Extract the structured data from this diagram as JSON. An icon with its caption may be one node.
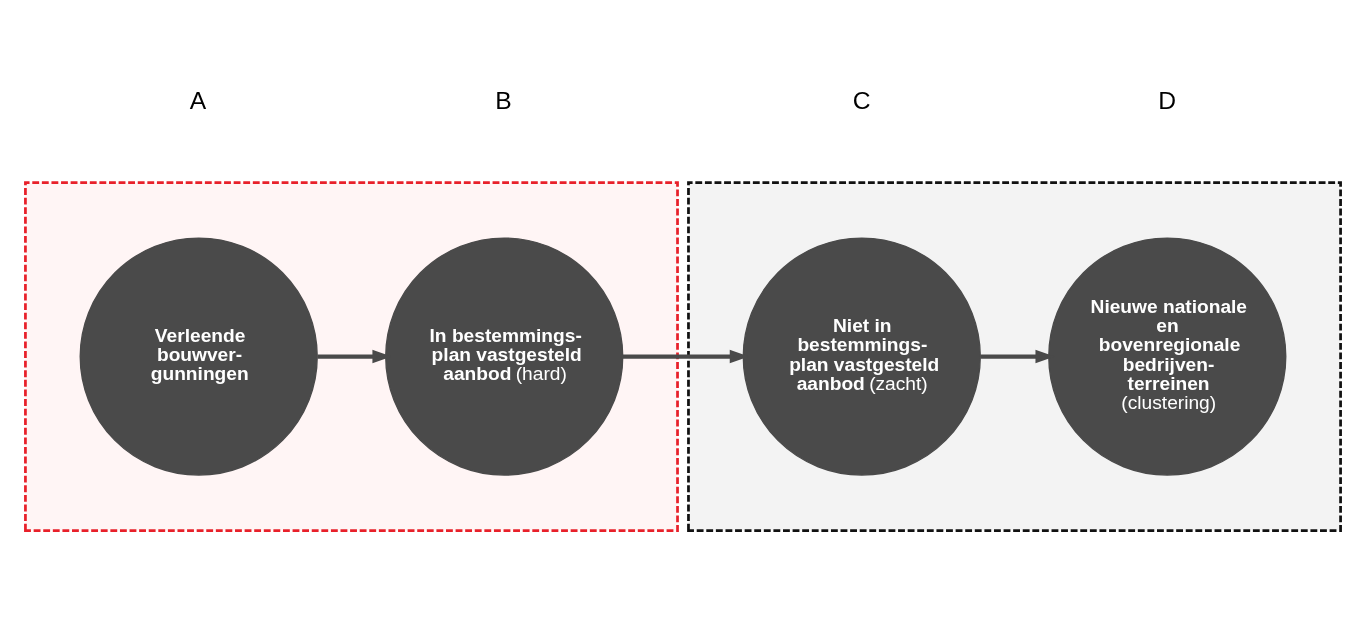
{
  "diagram": {
    "nodes": [
      {
        "text": [],
        "shape": "box"
      },
      {
        "text": [
          "**Verleende bouwver- gunningen**"
        ],
        "in": 0
      },
      {
        "text": [
          "**In bestemmings- plan vastgesteld aanbod** (hard)"
        ],
        "in": 0
      },
      {
        "text": [],
        "shape": "box"
      },
      {
        "text": [
          "**Niet in bestemmings- plan vastgesteld aanbod** (zacht)"
        ],
        "in": 3
      },
      {
        "text": [
          "**Nieuwe nationale en bovenregionale bedrijven- terreinen** (clustering)"
        ],
        "in": 3
      }
    ],
    "edges": [
      {
        "from": 1,
        "to": 2,
        "arrow": "to"
      },
      {
        "from": 2,
        "to": 4,
        "arrow": "to"
      },
      {
        "from": 4,
        "to": 5,
        "arrow": "to"
      }
    ],
    "labels": [
      "A",
      "B",
      "C",
      "D"
    ]
  }
}
